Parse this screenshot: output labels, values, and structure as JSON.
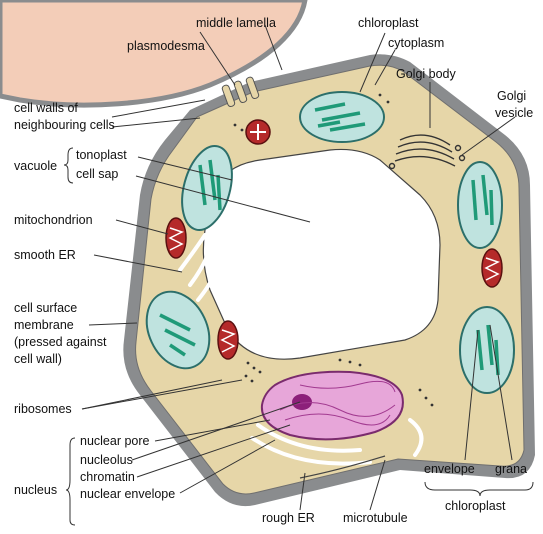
{
  "labels": {
    "middle_lamella": "middle lamella",
    "plasmodesma": "plasmodesma",
    "chloroplast_top": "chloroplast",
    "cytoplasm": "cytoplasm",
    "golgi_body": "Golgi body",
    "golgi_vesicle_1": "Golgi",
    "golgi_vesicle_2": "vesicle",
    "cell_walls_1": "cell walls of",
    "cell_walls_2": "neighbouring cells",
    "vacuole": "vacuole",
    "tonoplast": "tonoplast",
    "cell_sap": "cell sap",
    "mitochondrion": "mitochondrion",
    "smooth_er": "smooth ER",
    "csm_1": "cell surface",
    "csm_2": "membrane",
    "csm_3": "(pressed against",
    "csm_4": "cell wall)",
    "ribosomes": "ribosomes",
    "nuclear_pore": "nuclear pore",
    "nucleolus": "nucleolus",
    "chromatin": "chromatin",
    "nucleus": "nucleus",
    "nuclear_envelope": "nuclear envelope",
    "rough_er": "rough ER",
    "microtubule": "microtubule",
    "envelope": "envelope",
    "grana": "grana",
    "chloroplast_bottom": "chloroplast"
  },
  "colors": {
    "cell_wall": "#8a8c8e",
    "cytoplasm": "#e6d6a8",
    "neighbour_cell": "#f3cdb8",
    "vacuole": "#ffffff",
    "chloroplast_fill": "#bfe3df",
    "grana": "#1f9a78",
    "mitochondrion": "#b52a2a",
    "nucleus": "#e7a6d9",
    "nucleolus": "#8c1f7a",
    "leader_line": "#333333"
  }
}
